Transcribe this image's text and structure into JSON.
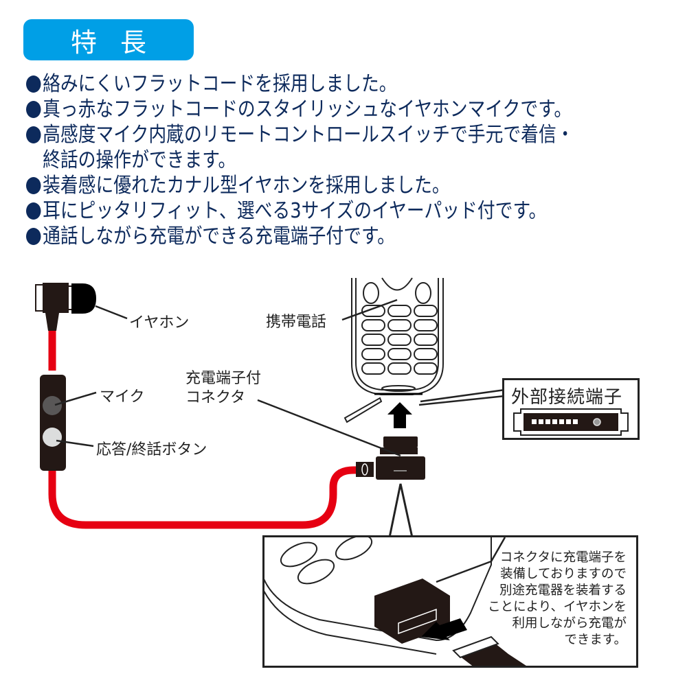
{
  "header": {
    "title": "特長"
  },
  "features": [
    {
      "text": "絡みにくいフラットコードを採用しました。"
    },
    {
      "text": "真っ赤なフラットコードのスタイリッシュなイヤホンマイクです。"
    },
    {
      "text": "高感度マイク内蔵のリモートコントロールスイッチで手元で着信・",
      "continuation": "終話の操作ができます。"
    },
    {
      "text": "装着感に優れたカナル型イヤホンを採用しました。"
    },
    {
      "text": "耳にピッタリフィット、選べる3サイズのイヤーパッド付です。"
    },
    {
      "text": "通話しながら充電ができる充電端子付です。"
    }
  ],
  "diagram": {
    "labels": {
      "earphone": "イヤホン",
      "mic": "マイク",
      "answer_button": "応答/終話ボタン",
      "connector_line1": "充電端子付",
      "connector_line2": "コネクタ",
      "phone": "携帯電話",
      "external_port": "外部接続端子"
    },
    "inset_text": [
      "コネクタに充電端子を",
      "装備しておりますので",
      "別途充電器を装着する",
      "ことにより、イヤホンを",
      "利用しながら充電が",
      "できます。"
    ]
  },
  "colors": {
    "badge": "#009fe6",
    "text": "#0d2a5c",
    "cord": "#e60012",
    "device": "#231815"
  }
}
